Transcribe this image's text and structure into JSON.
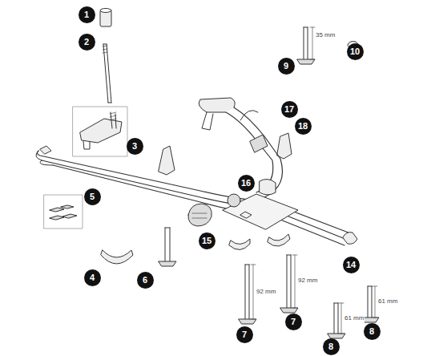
{
  "diagram": {
    "labels": [
      "1",
      "2",
      "3",
      "5",
      "4",
      "6",
      "15",
      "16",
      "17",
      "18",
      "9",
      "10",
      "14",
      "7",
      "7",
      "8",
      "8",
      "35 mm",
      "92 mm",
      "92 mm",
      "61 mm",
      "61 mm"
    ]
  }
}
